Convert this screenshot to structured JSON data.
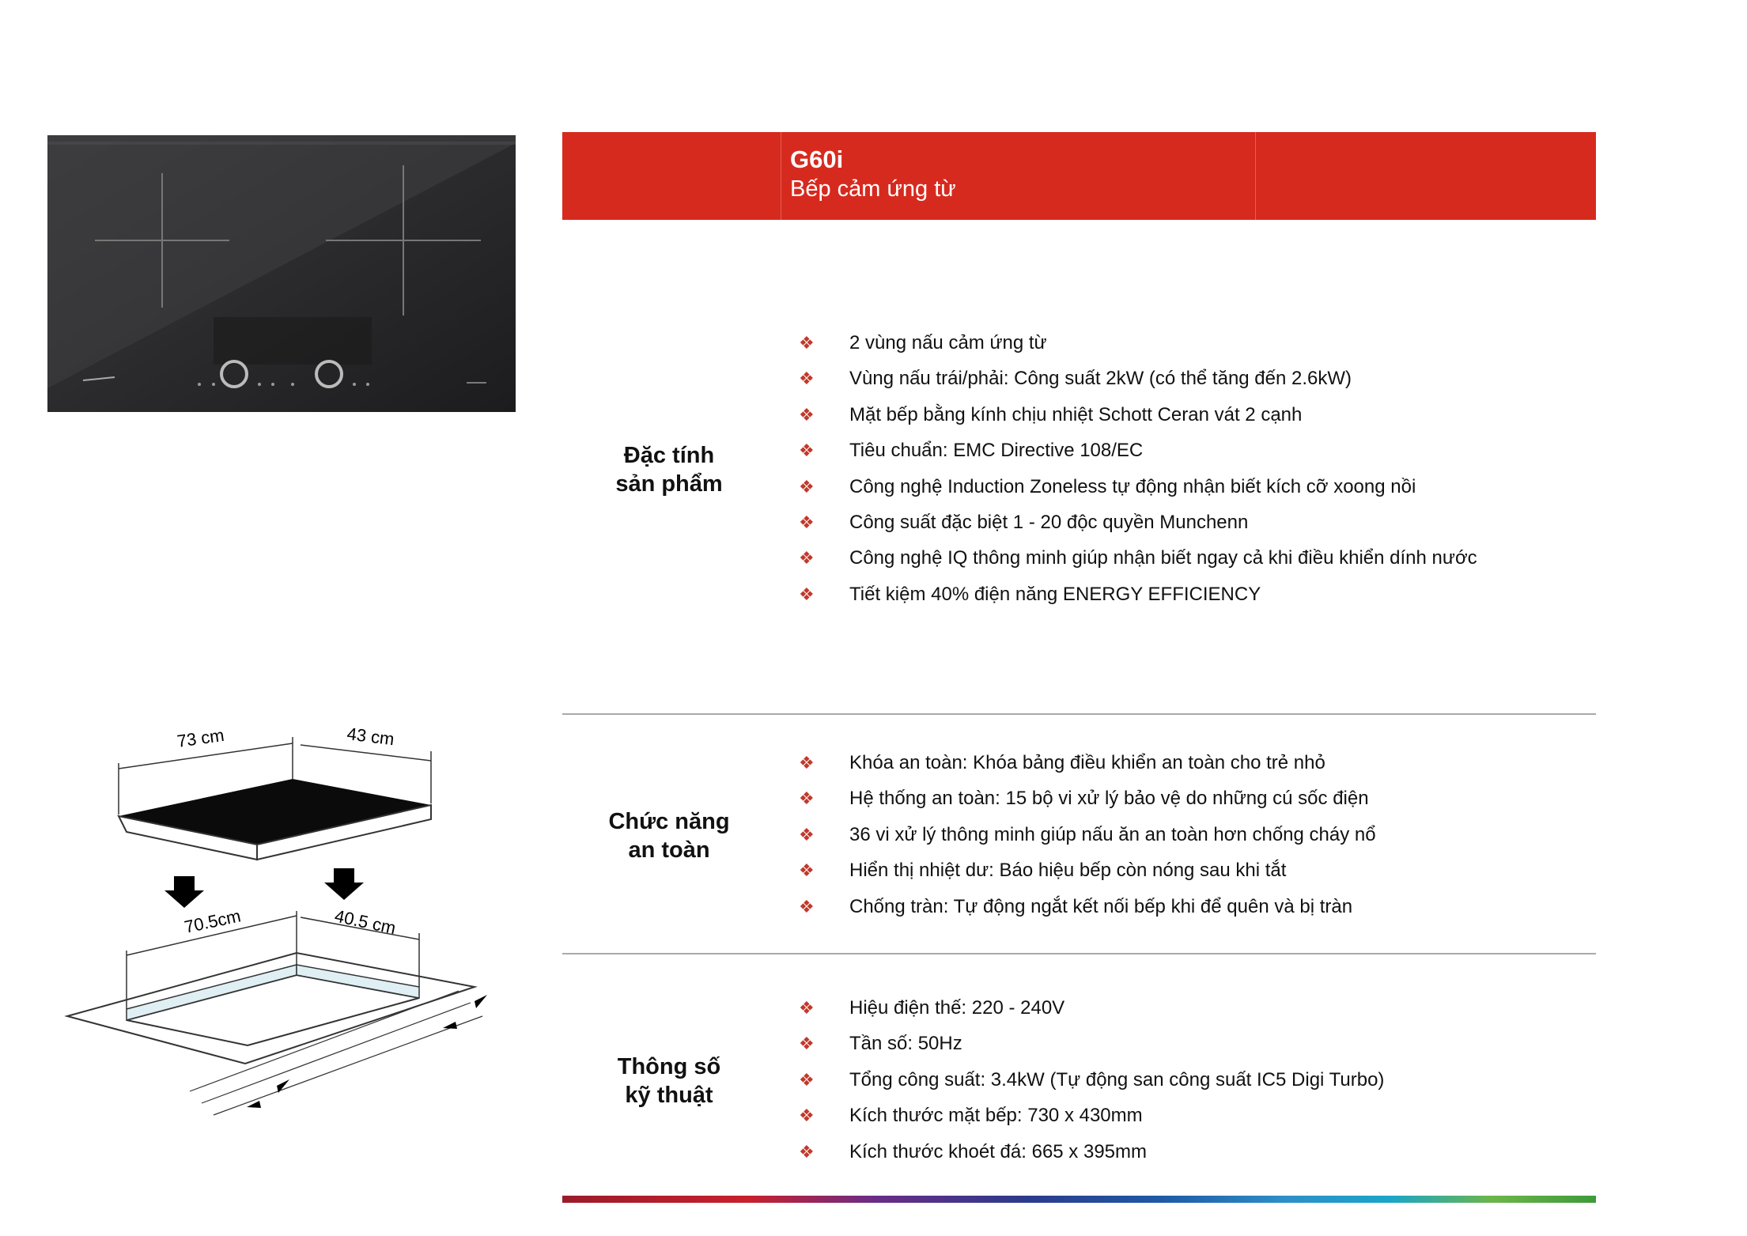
{
  "header": {
    "model": "G60i",
    "subtitle": "Bếp cảm ứng từ"
  },
  "sections": [
    {
      "label_line1": "Đặc tính",
      "label_line2": "sản phẩm",
      "items": [
        "2 vùng nấu cảm ứng từ",
        "Vùng nấu trái/phải: Công suất 2kW (có thể tăng đến 2.6kW)",
        "Mặt bếp bằng kính chịu nhiệt Schott Ceran vát 2 cạnh",
        "Tiêu chuẩn: EMC Directive 108/EC",
        "Công nghệ Induction Zoneless tự động nhận biết kích cỡ xoong nồi",
        "Công suất đặc biệt 1 - 20 độc quyền Munchenn",
        "Công nghệ IQ thông minh giúp nhận biết ngay cả khi điều khiển dính nước",
        "Tiết kiệm 40% điện năng ENERGY EFFICIENCY"
      ]
    },
    {
      "label_line1": "Chức năng",
      "label_line2": "an toàn",
      "items": [
        "Khóa an toàn: Khóa bảng điều khiển an toàn cho trẻ nhỏ",
        "Hệ thống an toàn: 15 bộ vi xử lý bảo vệ do những cú sốc điện",
        "36 vi xử lý thông minh giúp nấu ăn an toàn hơn chống cháy nổ",
        "Hiển thị nhiệt dư: Báo hiệu bếp còn nóng sau khi tắt",
        "Chống tràn: Tự động ngắt kết nối bếp khi để quên và bị tràn"
      ]
    },
    {
      "label_line1": "Thông số",
      "label_line2": "kỹ thuật",
      "items": [
        "Hiệu điện thế: 220 - 240V",
        "Tần số: 50Hz",
        "Tổng công suất: 3.4kW (Tự động san công suất IC5 Digi Turbo)",
        "Kích thước mặt bếp: 730 x 430mm",
        "Kích thước khoét đá: 665 x 395mm"
      ]
    }
  ],
  "bullet_symbol": "❖",
  "bullet_color": "#c0392b",
  "accent_color": "#d72a1f",
  "drawing": {
    "top_width": "73 cm",
    "top_depth": "43 cm",
    "cutout_width": "70.5cm",
    "cutout_depth": "40.5 cm"
  }
}
